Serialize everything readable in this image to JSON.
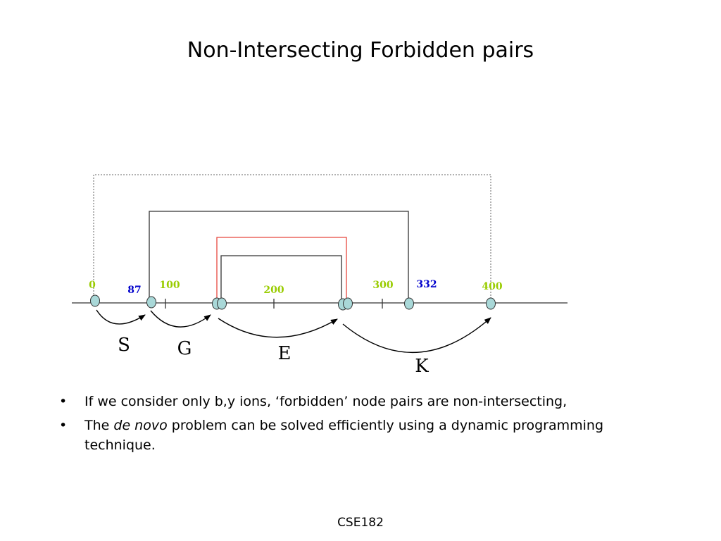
{
  "slide": {
    "title": "Non-Intersecting Forbidden pairs",
    "footer": "CSE182"
  },
  "colors": {
    "green_label": "#99cc00",
    "blue_label": "#0000cc",
    "red_bracket": "#e8483f",
    "node_fill": "#a9d8d8",
    "axis": "#333333"
  },
  "diagram": {
    "tick_labels": [
      "0",
      "100",
      "200",
      "300",
      "400"
    ],
    "node_labels": [
      "87",
      "332"
    ],
    "amino_acids": [
      "S",
      "G",
      "E",
      "K"
    ]
  },
  "bullets": [
    {
      "symbol": "•",
      "text": "If we consider only b,y ions, ‘forbidden’ node pairs are non-intersecting,"
    },
    {
      "symbol": "•",
      "pre": "The ",
      "em": "de novo",
      "post": " problem can be solved efficiently using a dynamic programming technique."
    }
  ]
}
